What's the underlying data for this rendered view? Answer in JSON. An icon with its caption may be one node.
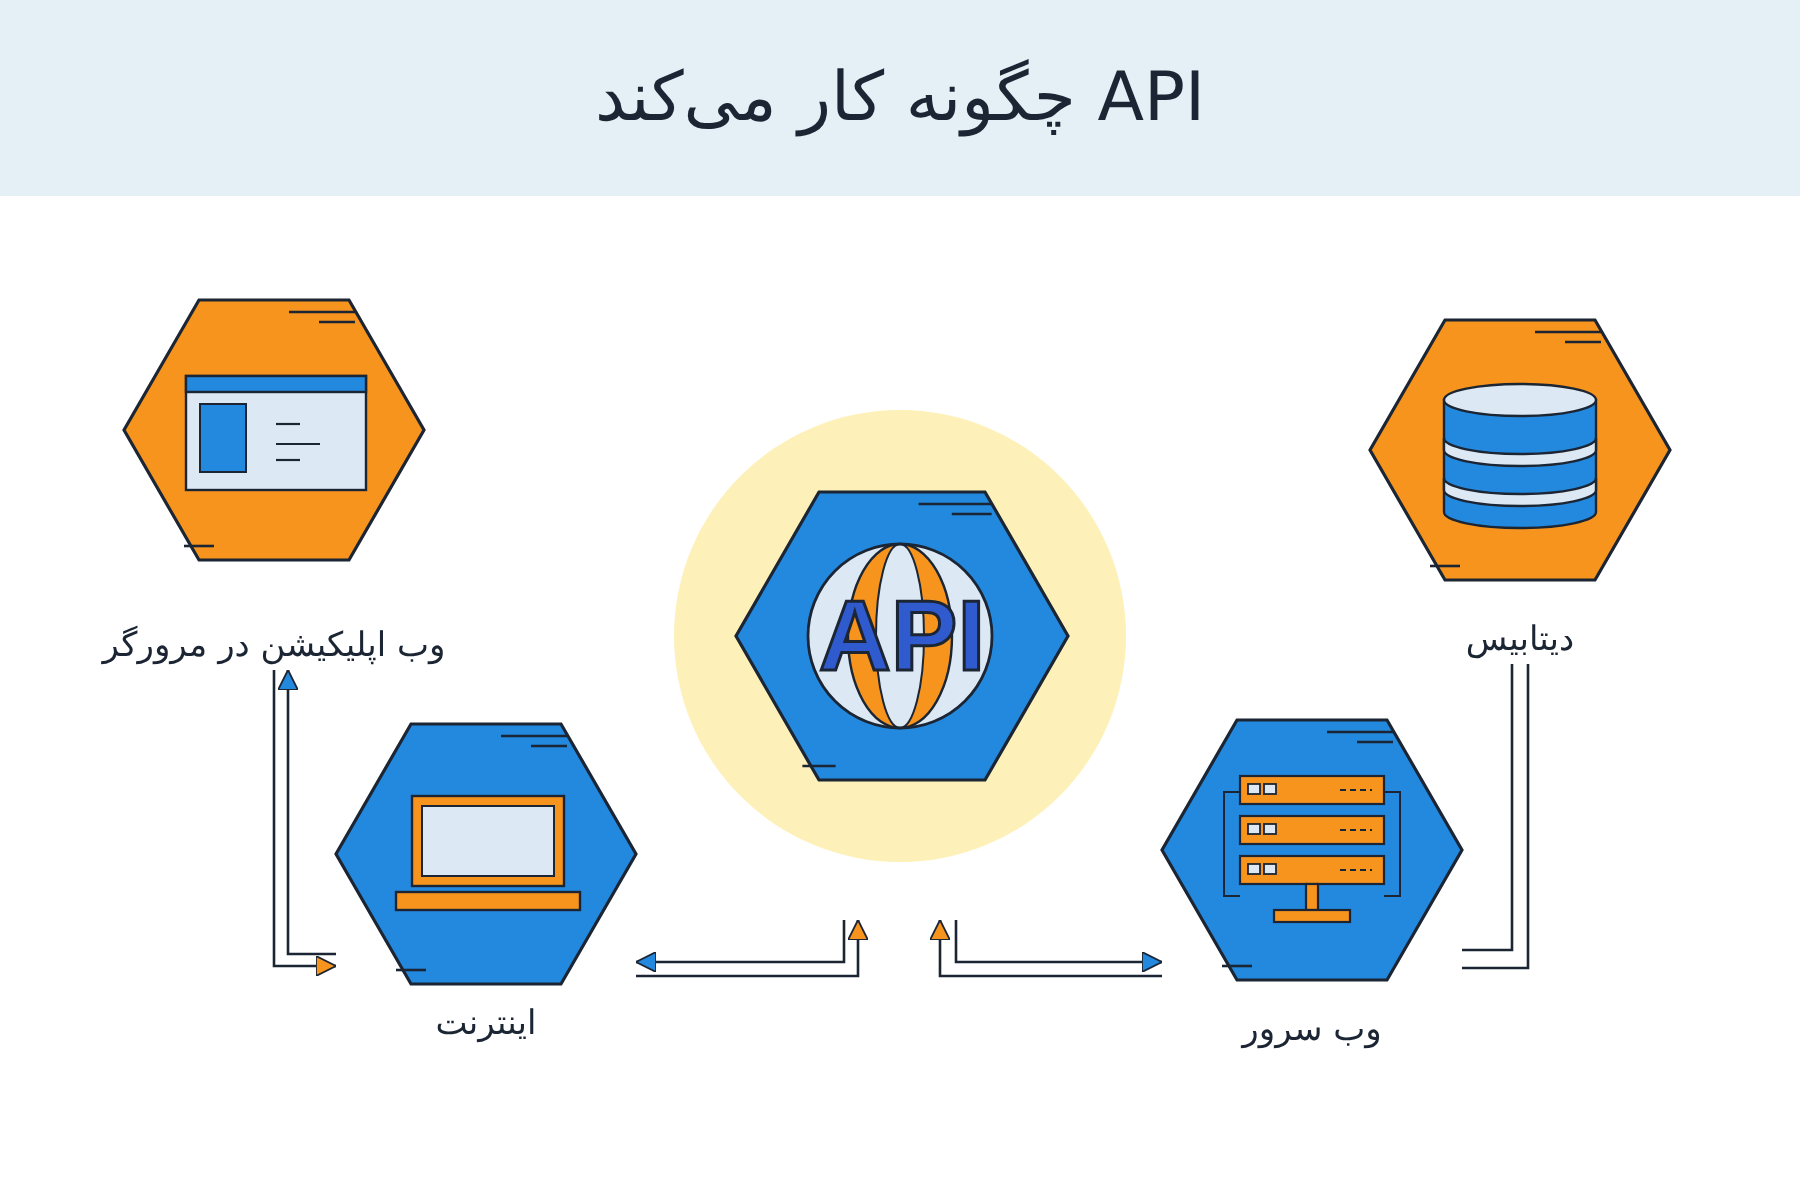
{
  "diagram": {
    "title": "API چگونه کار می‌کند",
    "nodes": [
      {
        "text": [
          "وب اپلیکیشن در مرورگر"
        ]
      },
      {
        "text": [
          "اینترنت"
        ]
      },
      {
        "text": [
          "API"
        ]
      },
      {
        "text": [
          "وب سرور"
        ]
      },
      {
        "text": [
          "دیتابیس"
        ]
      }
    ],
    "edges": [
      {
        "from": 1,
        "to": 0,
        "arrow": "to"
      },
      {
        "from": 0,
        "to": 1,
        "arrow": "to"
      },
      {
        "from": 2,
        "to": 1,
        "arrow": "to"
      },
      {
        "from": 1,
        "to": 2,
        "arrow": "to"
      },
      {
        "from": 3,
        "to": 2,
        "arrow": "to"
      },
      {
        "from": 2,
        "to": 3,
        "arrow": "to"
      },
      {
        "from": 4,
        "to": 3,
        "arrow": "none"
      },
      {
        "from": 4,
        "to": 3,
        "arrow": "none"
      }
    ]
  }
}
